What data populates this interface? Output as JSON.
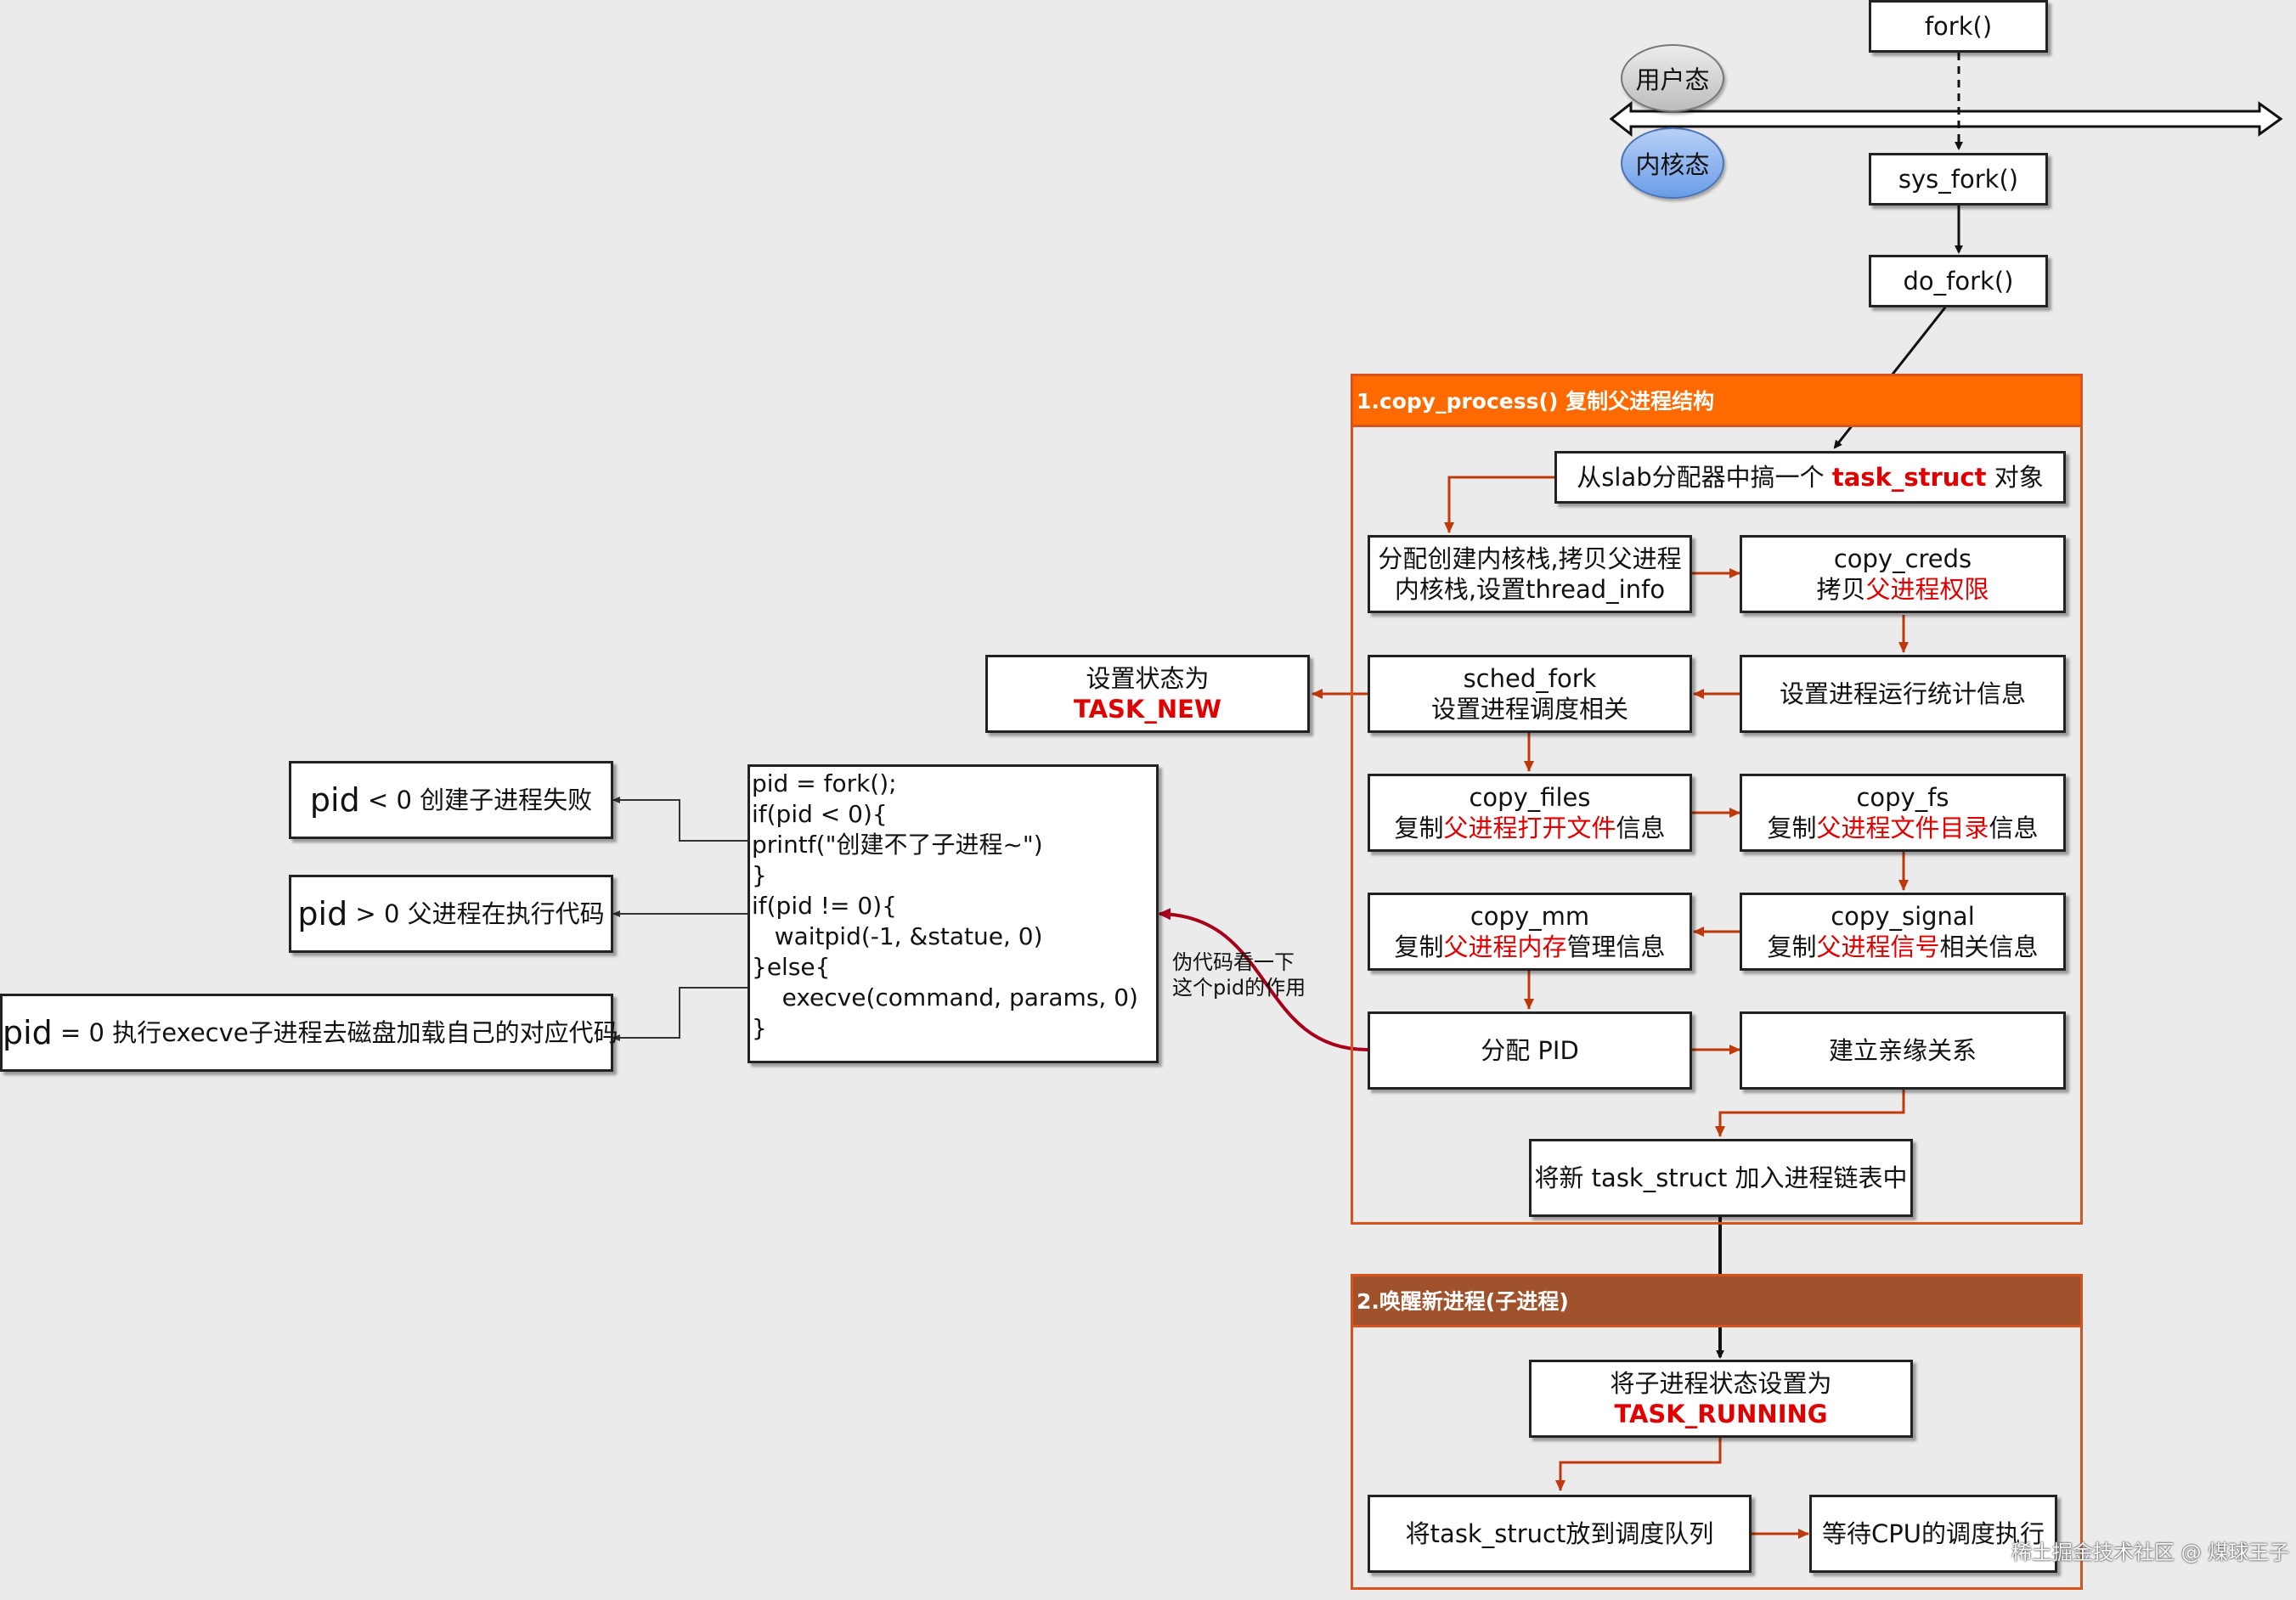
{
  "user_mode": "用户态",
  "kernel_mode": "内核态",
  "fork": "fork()",
  "sys_fork": "sys_fork()",
  "do_fork": "do_fork()",
  "group1": {
    "title": "1.copy_process() 复制父进程结构",
    "header_color": "#ff6a00",
    "slab": {
      "pre": "从slab分配器中搞一个 ",
      "em": "task_struct",
      "post": " 对象"
    },
    "kstack": {
      "line1": "分配创建内核栈,拷贝父进程",
      "line2": "内核栈,设置thread_info"
    },
    "creds": {
      "line1": "copy_creds",
      "pre": "拷贝",
      "em": "父进程权限",
      "post": ""
    },
    "stats": "设置进程运行统计信息",
    "sched": {
      "line1": "sched_fork",
      "line2": "设置进程调度相关"
    },
    "files": {
      "line1": "copy_files",
      "pre": "复制",
      "em": "父进程打开文件",
      "post": "信息"
    },
    "fs": {
      "line1": "copy_fs",
      "pre": "复制",
      "em": "父进程文件目录",
      "post": "信息"
    },
    "mm": {
      "line1": "copy_mm",
      "pre": "复制",
      "em": "父进程内存",
      "post": "管理信息"
    },
    "signal": {
      "line1": "copy_signal",
      "pre": "复制",
      "em": "父进程信号",
      "post": "相关信息"
    },
    "pid": "分配 PID",
    "kin": "建立亲缘关系",
    "list": "将新 task_struct 加入进程链表中"
  },
  "task_new": {
    "line1": "设置状态为",
    "line2": "TASK_NEW"
  },
  "group2": {
    "title": "2.唤醒新进程(子进程)",
    "header_color": "#a0522d",
    "running": {
      "line1": "将子进程状态设置为",
      "line2": "TASK_RUNNING"
    },
    "queue": "将task_struct放到调度队列",
    "wait": "等待CPU的调度执行"
  },
  "code_lines": [
    "pid = fork();",
    "if(pid < 0){",
    "printf(\"创建不了子进程~\")",
    "}",
    "if(pid != 0){",
    "   waitpid(-1, &statue, 0)",
    "}else{",
    "    execve(command, params, 0)",
    "}"
  ],
  "pseudo_note": {
    "line1": "伪代码看一下",
    "line2": "这个pid的作用"
  },
  "pid_results": {
    "lt": {
      "pid": "pid",
      "text": " < 0 创建子进程失败"
    },
    "gt": {
      "pid": "pid",
      "text": " > 0 父进程在执行代码"
    },
    "eq": {
      "pid": "pid",
      "text": " = 0 执行execve子进程去磁盘加载自己的对应代码"
    }
  },
  "watermark": "稀土掘金技术社区 @ 煤球王子",
  "colors": {
    "arrow": "#c0390b",
    "curve": "#a8001a",
    "ellipse_user": "#cfcfcf",
    "ellipse_kernel": "#7aa9e8"
  }
}
